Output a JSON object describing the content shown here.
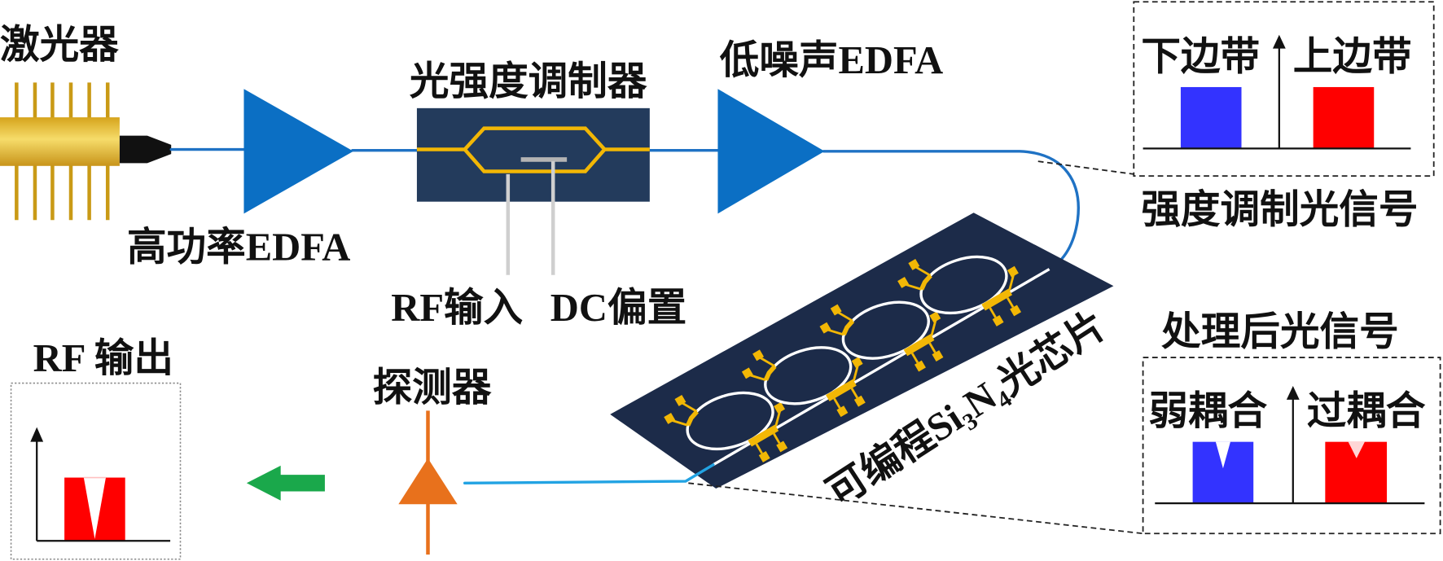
{
  "diagram": {
    "laser": {
      "label": "激光器",
      "icon": "laser-diode-icon"
    },
    "high_power_edfa": {
      "label": "高功率EDFA",
      "icon": "amplifier-triangle-icon"
    },
    "modulator": {
      "label": "光强度调制器",
      "rf_input_label": "RF输入",
      "dc_bias_label": "DC偏置",
      "icon": "mach-zehnder-modulator-icon"
    },
    "low_noise_edfa": {
      "label": "低噪声EDFA",
      "icon": "amplifier-triangle-icon"
    },
    "modulated_spectrum": {
      "caption": "强度调制光信号",
      "lower_sideband_label": "下边带",
      "upper_sideband_label": "上边带"
    },
    "chip": {
      "label_parts": [
        "可编程Si",
        "3",
        "N",
        "4",
        "光芯片"
      ],
      "icon": "microring-chip-icon"
    },
    "processed_spectrum": {
      "caption": "处理后光信号",
      "weak_coupling_label": "弱耦合",
      "over_coupling_label": "过耦合"
    },
    "detector": {
      "label": "探测器",
      "icon": "photodetector-icon"
    },
    "rf_output": {
      "label": "RF 输出"
    }
  },
  "colors": {
    "laser_body": "#f6dc6a",
    "laser_pin": "#c99a16",
    "amplifier": "#0b6fc4",
    "modulator_body": "#233b5c",
    "waveguide_yellow": "#f2b705",
    "electrode": "#b4b4b4",
    "lead": "#cfcfcf",
    "chip_body": "#1c2b49",
    "ring": "#ffffff",
    "fiber": "#1f72c4",
    "fiber_light": "#22a3e3",
    "detector": "#e8711c",
    "direction_arrow": "#1aa84b",
    "blue_bar": "#3333ff",
    "red_bar": "#ff0000"
  }
}
